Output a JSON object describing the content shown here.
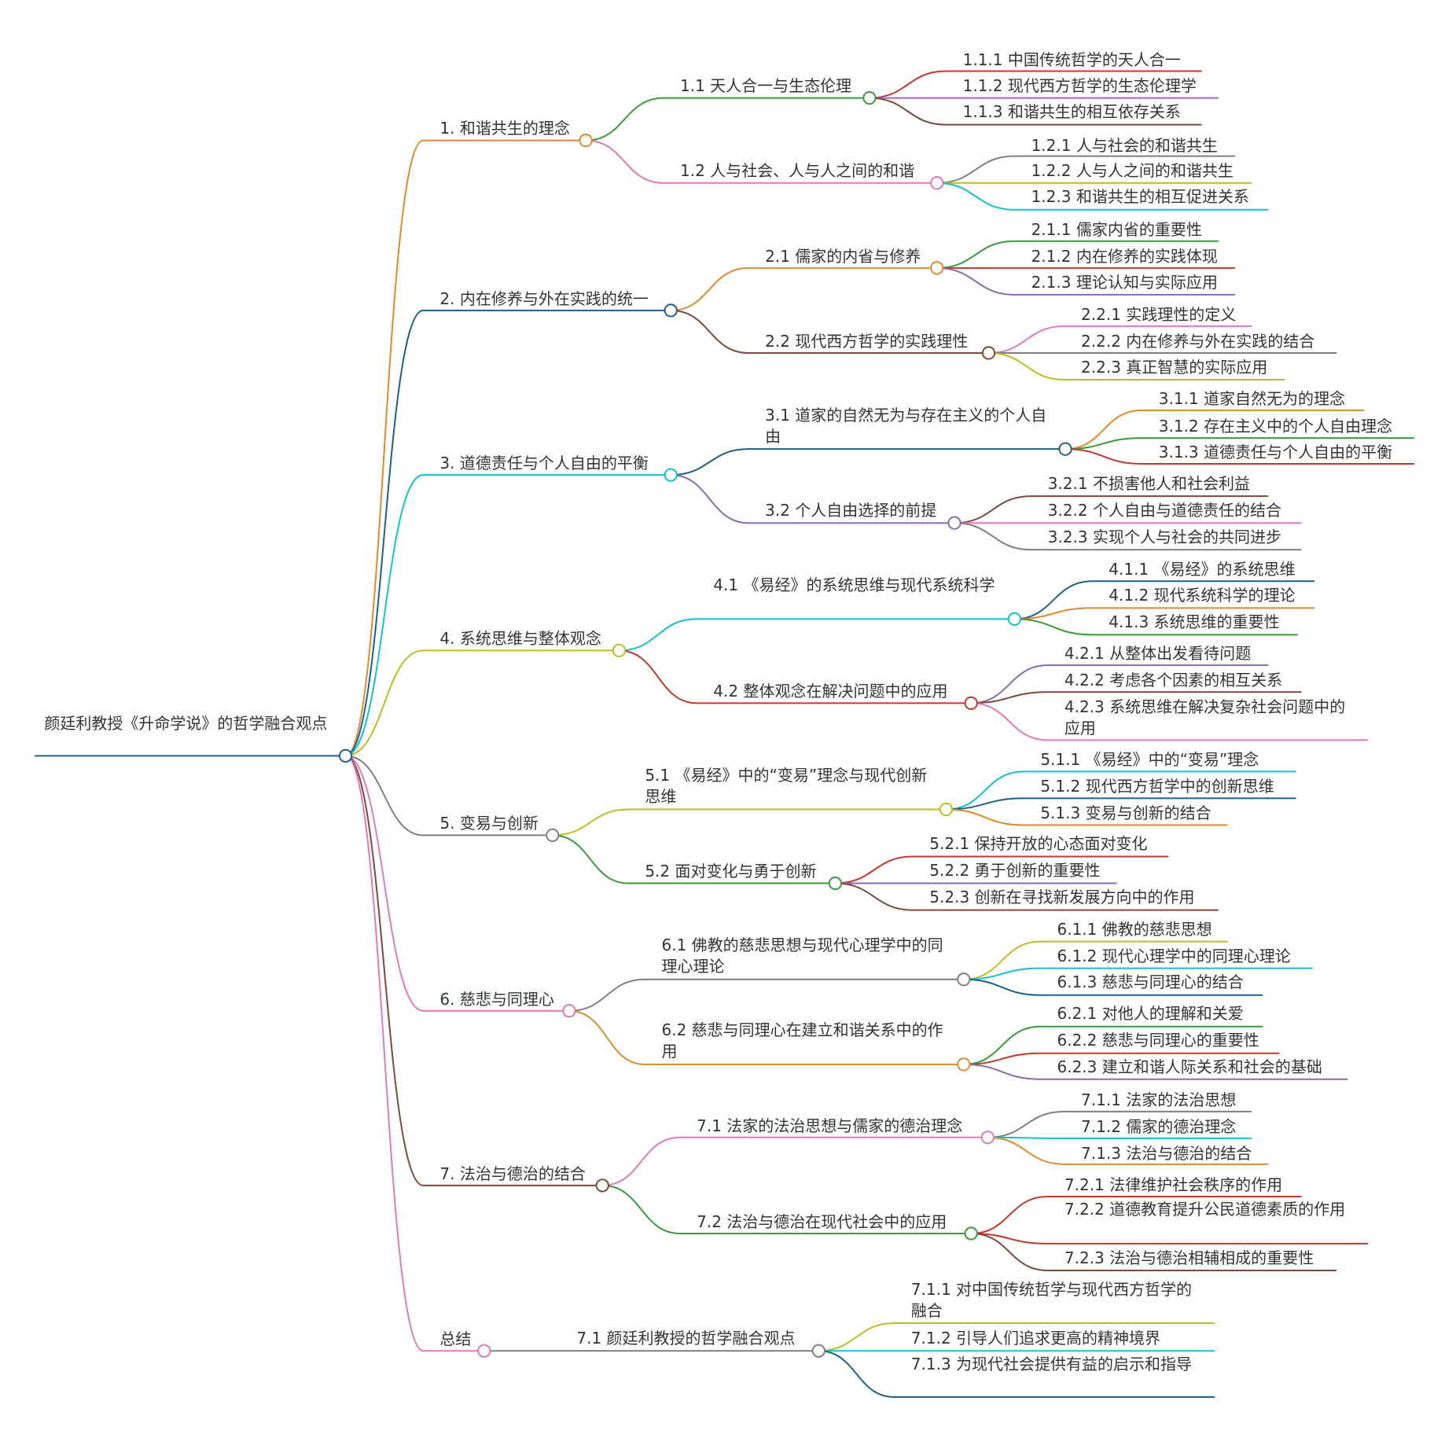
{
  "root": {
    "label": "颜廷利教授《升命学说》的哲学融合观点",
    "color": "#1f5f8b"
  },
  "branches": [
    {
      "label": "1. 和谐共生的理念",
      "color": "#e08a2e",
      "children": [
        {
          "label": "1.1 天人合一与生态伦理",
          "color": "#3a9a3a",
          "children": [
            {
              "label": "1.1.1 中国传统哲学的天人合一",
              "color": "#c0392b"
            },
            {
              "label": "1.1.2 现代西方哲学的生态伦理学",
              "color": "#a066c8"
            },
            {
              "label": "1.1.3 和谐共生的相互依存关系",
              "color": "#7a4a3a"
            }
          ]
        },
        {
          "label": "1.2 人与社会、人与人之间的和谐",
          "color": "#e07ab8",
          "children": [
            {
              "label": "1.2.1 人与社会的和谐共生",
              "color": "#7f7f7f"
            },
            {
              "label": "1.2.2 人与人之间的和谐共生",
              "color": "#bcbd22"
            },
            {
              "label": "1.2.3 和谐共生的相互促进关系",
              "color": "#17becf"
            }
          ]
        }
      ]
    },
    {
      "label": "2. 内在修养与外在实践的统一",
      "color": "#1f5f8b",
      "children": [
        {
          "label": "2.1 儒家的内省与修养",
          "color": "#e08a2e",
          "children": [
            {
              "label": "2.1.1 儒家内省的重要性",
              "color": "#3a9a3a"
            },
            {
              "label": "2.1.2 内在修养的实践体现",
              "color": "#c0392b"
            },
            {
              "label": "2.1.3 理论认知与实际应用",
              "color": "#8a6bb0"
            }
          ]
        },
        {
          "label": "2.2 现代西方哲学的实践理性",
          "color": "#7a4a3a",
          "children": [
            {
              "label": "2.2.1 实践理性的定义",
              "color": "#e07ab8"
            },
            {
              "label": "2.2.2 内在修养与外在实践的结合",
              "color": "#7f7f7f"
            },
            {
              "label": "2.2.3 真正智慧的实际应用",
              "color": "#bcbd22"
            }
          ]
        }
      ]
    },
    {
      "label": "3. 道德责任与个人自由的平衡",
      "color": "#17becf",
      "children": [
        {
          "label": "3.1 道家的自然无为与存在主义的个人自由",
          "color": "#1f5f8b",
          "children": [
            {
              "label": "3.1.1 道家自然无为的理念",
              "color": "#e08a2e"
            },
            {
              "label": "3.1.2 存在主义中的个人自由理念",
              "color": "#3a9a3a"
            },
            {
              "label": "3.1.3 道德责任与个人自由的平衡",
              "color": "#c0392b"
            }
          ]
        },
        {
          "label": "3.2 个人自由选择的前提",
          "color": "#8a6bb0",
          "children": [
            {
              "label": "3.2.1 不损害他人和社会利益",
              "color": "#7a4a3a"
            },
            {
              "label": "3.2.2 个人自由与道德责任的结合",
              "color": "#e07ab8"
            },
            {
              "label": "3.2.3 实现个人与社会的共同进步",
              "color": "#7f7f7f"
            }
          ]
        }
      ]
    },
    {
      "label": "4. 系统思维与整体观念",
      "color": "#bcbd22",
      "children": [
        {
          "label": "4.1 《易经》的系统思维与现代系统科学",
          "color": "#17becf",
          "children": [
            {
              "label": "4.1.1 《易经》的系统思维",
              "color": "#1f5f8b"
            },
            {
              "label": "4.1.2 现代系统科学的理论",
              "color": "#e08a2e"
            },
            {
              "label": "4.1.3 系统思维的重要性",
              "color": "#3a9a3a"
            }
          ]
        },
        {
          "label": "4.2 整体观念在解决问题中的应用",
          "color": "#c0392b",
          "children": [
            {
              "label": "4.2.1 从整体出发看待问题",
              "color": "#8a6bb0"
            },
            {
              "label": "4.2.2 考虑各个因素的相互关系",
              "color": "#7a4a3a"
            },
            {
              "label": "4.2.3 系统思维在解决复杂社会问题中的应用",
              "color": "#e07ab8"
            }
          ]
        }
      ]
    },
    {
      "label": "5. 变易与创新",
      "color": "#7f7f7f",
      "children": [
        {
          "label": "5.1 《易经》中的“变易”理念与现代创新思维",
          "color": "#bcbd22",
          "children": [
            {
              "label": "5.1.1 《易经》中的“变易”理念",
              "color": "#17becf"
            },
            {
              "label": "5.1.2 现代西方哲学中的创新思维",
              "color": "#1f5f8b"
            },
            {
              "label": "5.1.3 变易与创新的结合",
              "color": "#e08a2e"
            }
          ]
        },
        {
          "label": "5.2 面对变化与勇于创新",
          "color": "#3a9a3a",
          "children": [
            {
              "label": "5.2.1 保持开放的心态面对变化",
              "color": "#c0392b"
            },
            {
              "label": "5.2.2 勇于创新的重要性",
              "color": "#8a6bb0"
            },
            {
              "label": "5.2.3 创新在寻找新发展方向中的作用",
              "color": "#7a4a3a"
            }
          ]
        }
      ]
    },
    {
      "label": "6. 慈悲与同理心",
      "color": "#e07ab8",
      "children": [
        {
          "label": "6.1 佛教的慈悲思想与现代心理学中的同理心理论",
          "color": "#7f7f7f",
          "children": [
            {
              "label": "6.1.1 佛教的慈悲思想",
              "color": "#bcbd22"
            },
            {
              "label": "6.1.2 现代心理学中的同理心理论",
              "color": "#17becf"
            },
            {
              "label": "6.1.3 慈悲与同理心的结合",
              "color": "#1f5f8b"
            }
          ]
        },
        {
          "label": "6.2 慈悲与同理心在建立和谐关系中的作用",
          "color": "#e08a2e",
          "children": [
            {
              "label": "6.2.1 对他人的理解和关爱",
              "color": "#3a9a3a"
            },
            {
              "label": "6.2.2 慈悲与同理心的重要性",
              "color": "#c0392b"
            },
            {
              "label": "6.2.3 建立和谐人际关系和社会的基础",
              "color": "#8a6bb0"
            }
          ]
        }
      ]
    },
    {
      "label": "7. 法治与德治的结合",
      "color": "#7a4a3a",
      "children": [
        {
          "label": "7.1 法家的法治思想与儒家的德治理念",
          "color": "#e07ab8",
          "children": [
            {
              "label": "7.1.1 法家的法治思想",
              "color": "#7f7f7f"
            },
            {
              "label": "7.1.2 儒家的德治理念",
              "color": "#17becf"
            },
            {
              "label": "7.1.3 法治与德治的结合",
              "color": "#e08a2e"
            }
          ]
        },
        {
          "label": "7.2 法治与德治在现代社会中的应用",
          "color": "#3a9a3a",
          "children": [
            {
              "label": "7.2.1 法律维护社会秩序的作用",
              "color": "#c0392b"
            },
            {
              "label": "7.2.2 道德教育提升公民道德素质的作用",
              "color": "#c0392b"
            },
            {
              "label": "7.2.3 法治与德治相辅相成的重要性",
              "color": "#7a4a3a"
            }
          ]
        }
      ]
    },
    {
      "label": "总结",
      "color": "#e07ab8",
      "children": [
        {
          "label": "7.1 颜廷利教授的哲学融合观点",
          "color": "#7f7f7f",
          "children": [
            {
              "label": "7.1.1 对中国传统哲学与现代西方哲学的融合",
              "color": "#bcbd22"
            },
            {
              "label": "7.1.2 引导人们追求更高的精神境界",
              "color": "#17becf"
            },
            {
              "label": "7.1.3 为现代社会提供有益的启示和指导",
              "color": "#1f5f8b"
            }
          ]
        }
      ]
    }
  ]
}
